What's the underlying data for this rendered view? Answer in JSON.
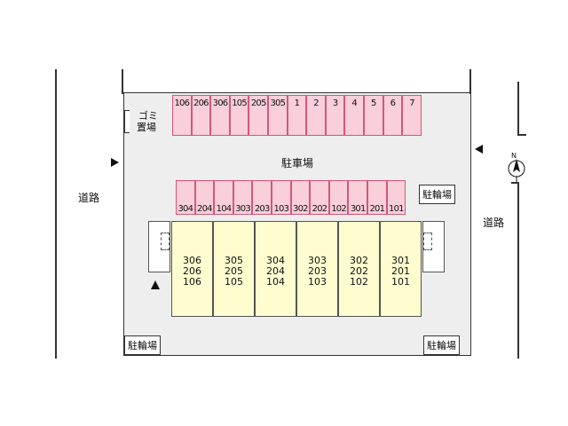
{
  "labels": {
    "road_left": "道路",
    "road_right": "道路",
    "parking": "駐車場",
    "garbage_line1": "ゴミ",
    "garbage_line2": "置場",
    "bike_mid": "駐輪場",
    "bike_bottom_left": "駐輪場",
    "bike_bottom_right": "駐輪場",
    "north": "N"
  },
  "top_stalls": [
    "106",
    "206",
    "306",
    "105",
    "205",
    "305",
    "1",
    "2",
    "3",
    "4",
    "5",
    "6",
    "7"
  ],
  "mid_stalls": [
    "304",
    "204",
    "104",
    "303",
    "203",
    "103",
    "302",
    "202",
    "102",
    "301",
    "201",
    "101"
  ],
  "buildings": [
    [
      "306",
      "206",
      "106"
    ],
    [
      "305",
      "205",
      "105"
    ],
    [
      "304",
      "204",
      "104"
    ],
    [
      "303",
      "203",
      "103"
    ],
    [
      "302",
      "202",
      "102"
    ],
    [
      "301",
      "201",
      "101"
    ]
  ],
  "colors": {
    "stall_fill": "#f9cfd9",
    "stall_border": "#d4567d",
    "building_fill": "#fffdd0",
    "lot_fill": "#eeeeee"
  }
}
